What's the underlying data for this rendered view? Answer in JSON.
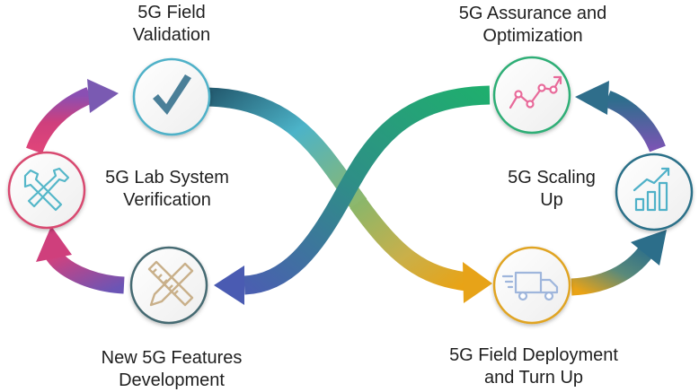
{
  "stages": [
    {
      "id": "lab",
      "lines": [
        "5G Lab System",
        "Verification"
      ],
      "icon": "wrench-hammer-icon",
      "color": "#d8486f"
    },
    {
      "id": "field-validation",
      "lines": [
        "5G Field",
        "Validation"
      ],
      "icon": "checkmark-icon",
      "color": "#4fb1c8"
    },
    {
      "id": "assurance",
      "lines": [
        "5G Assurance and",
        "Optimization"
      ],
      "icon": "trend-line-icon",
      "color": "#2fae76"
    },
    {
      "id": "scaling",
      "lines": [
        "5G Scaling",
        "Up"
      ],
      "icon": "growth-chart-icon",
      "color": "#2b6f88"
    },
    {
      "id": "deployment",
      "lines": [
        "5G Field Deployment",
        "and Turn Up"
      ],
      "icon": "delivery-truck-icon",
      "color": "#e0a424"
    },
    {
      "id": "features",
      "lines": [
        "New 5G Features",
        "Development"
      ],
      "icon": "ruler-pencil-icon",
      "color": "#456a72"
    }
  ]
}
